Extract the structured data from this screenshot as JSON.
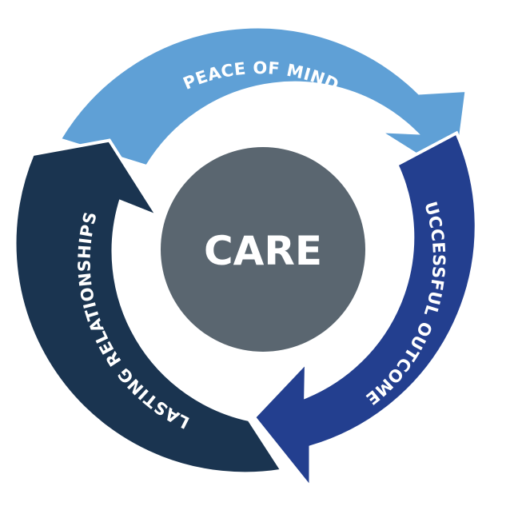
{
  "center": {
    "label": "CARE",
    "color": "#5a6670"
  },
  "cycle": [
    {
      "label": "PEACE OF MIND",
      "color": "#5fa0d6"
    },
    {
      "label": "SUCCESSFUL OUTCOMES",
      "color": "#233f8f"
    },
    {
      "label": "LASTING RELATIONSHIPS",
      "color": "#1a3450"
    }
  ]
}
